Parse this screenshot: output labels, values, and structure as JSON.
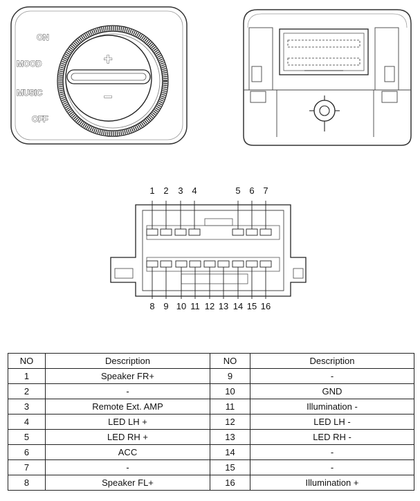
{
  "knob": {
    "labels": [
      "ON",
      "MOOD",
      "MUSIC",
      "OFF"
    ],
    "plus_symbol": "+",
    "minus_symbol": "–"
  },
  "connector": {
    "top_pins": [
      "1",
      "2",
      "3",
      "4",
      "5",
      "6",
      "7"
    ],
    "bottom_pins": [
      "8",
      "9",
      "10",
      "11",
      "12",
      "13",
      "14",
      "15",
      "16"
    ]
  },
  "table": {
    "headers": [
      "NO",
      "Description",
      "NO",
      "Description"
    ],
    "rows": [
      [
        "1",
        "Speaker FR+",
        "9",
        "-"
      ],
      [
        "2",
        "-",
        "10",
        "GND"
      ],
      [
        "3",
        "Remote Ext. AMP",
        "11",
        "Illumination -"
      ],
      [
        "4",
        "LED LH +",
        "12",
        "LED LH -"
      ],
      [
        "5",
        "LED RH +",
        "13",
        "LED RH -"
      ],
      [
        "6",
        "ACC",
        "14",
        "-"
      ],
      [
        "7",
        "-",
        "15",
        "-"
      ],
      [
        "8",
        "Speaker FL+",
        "16",
        "Illumination +"
      ]
    ]
  }
}
